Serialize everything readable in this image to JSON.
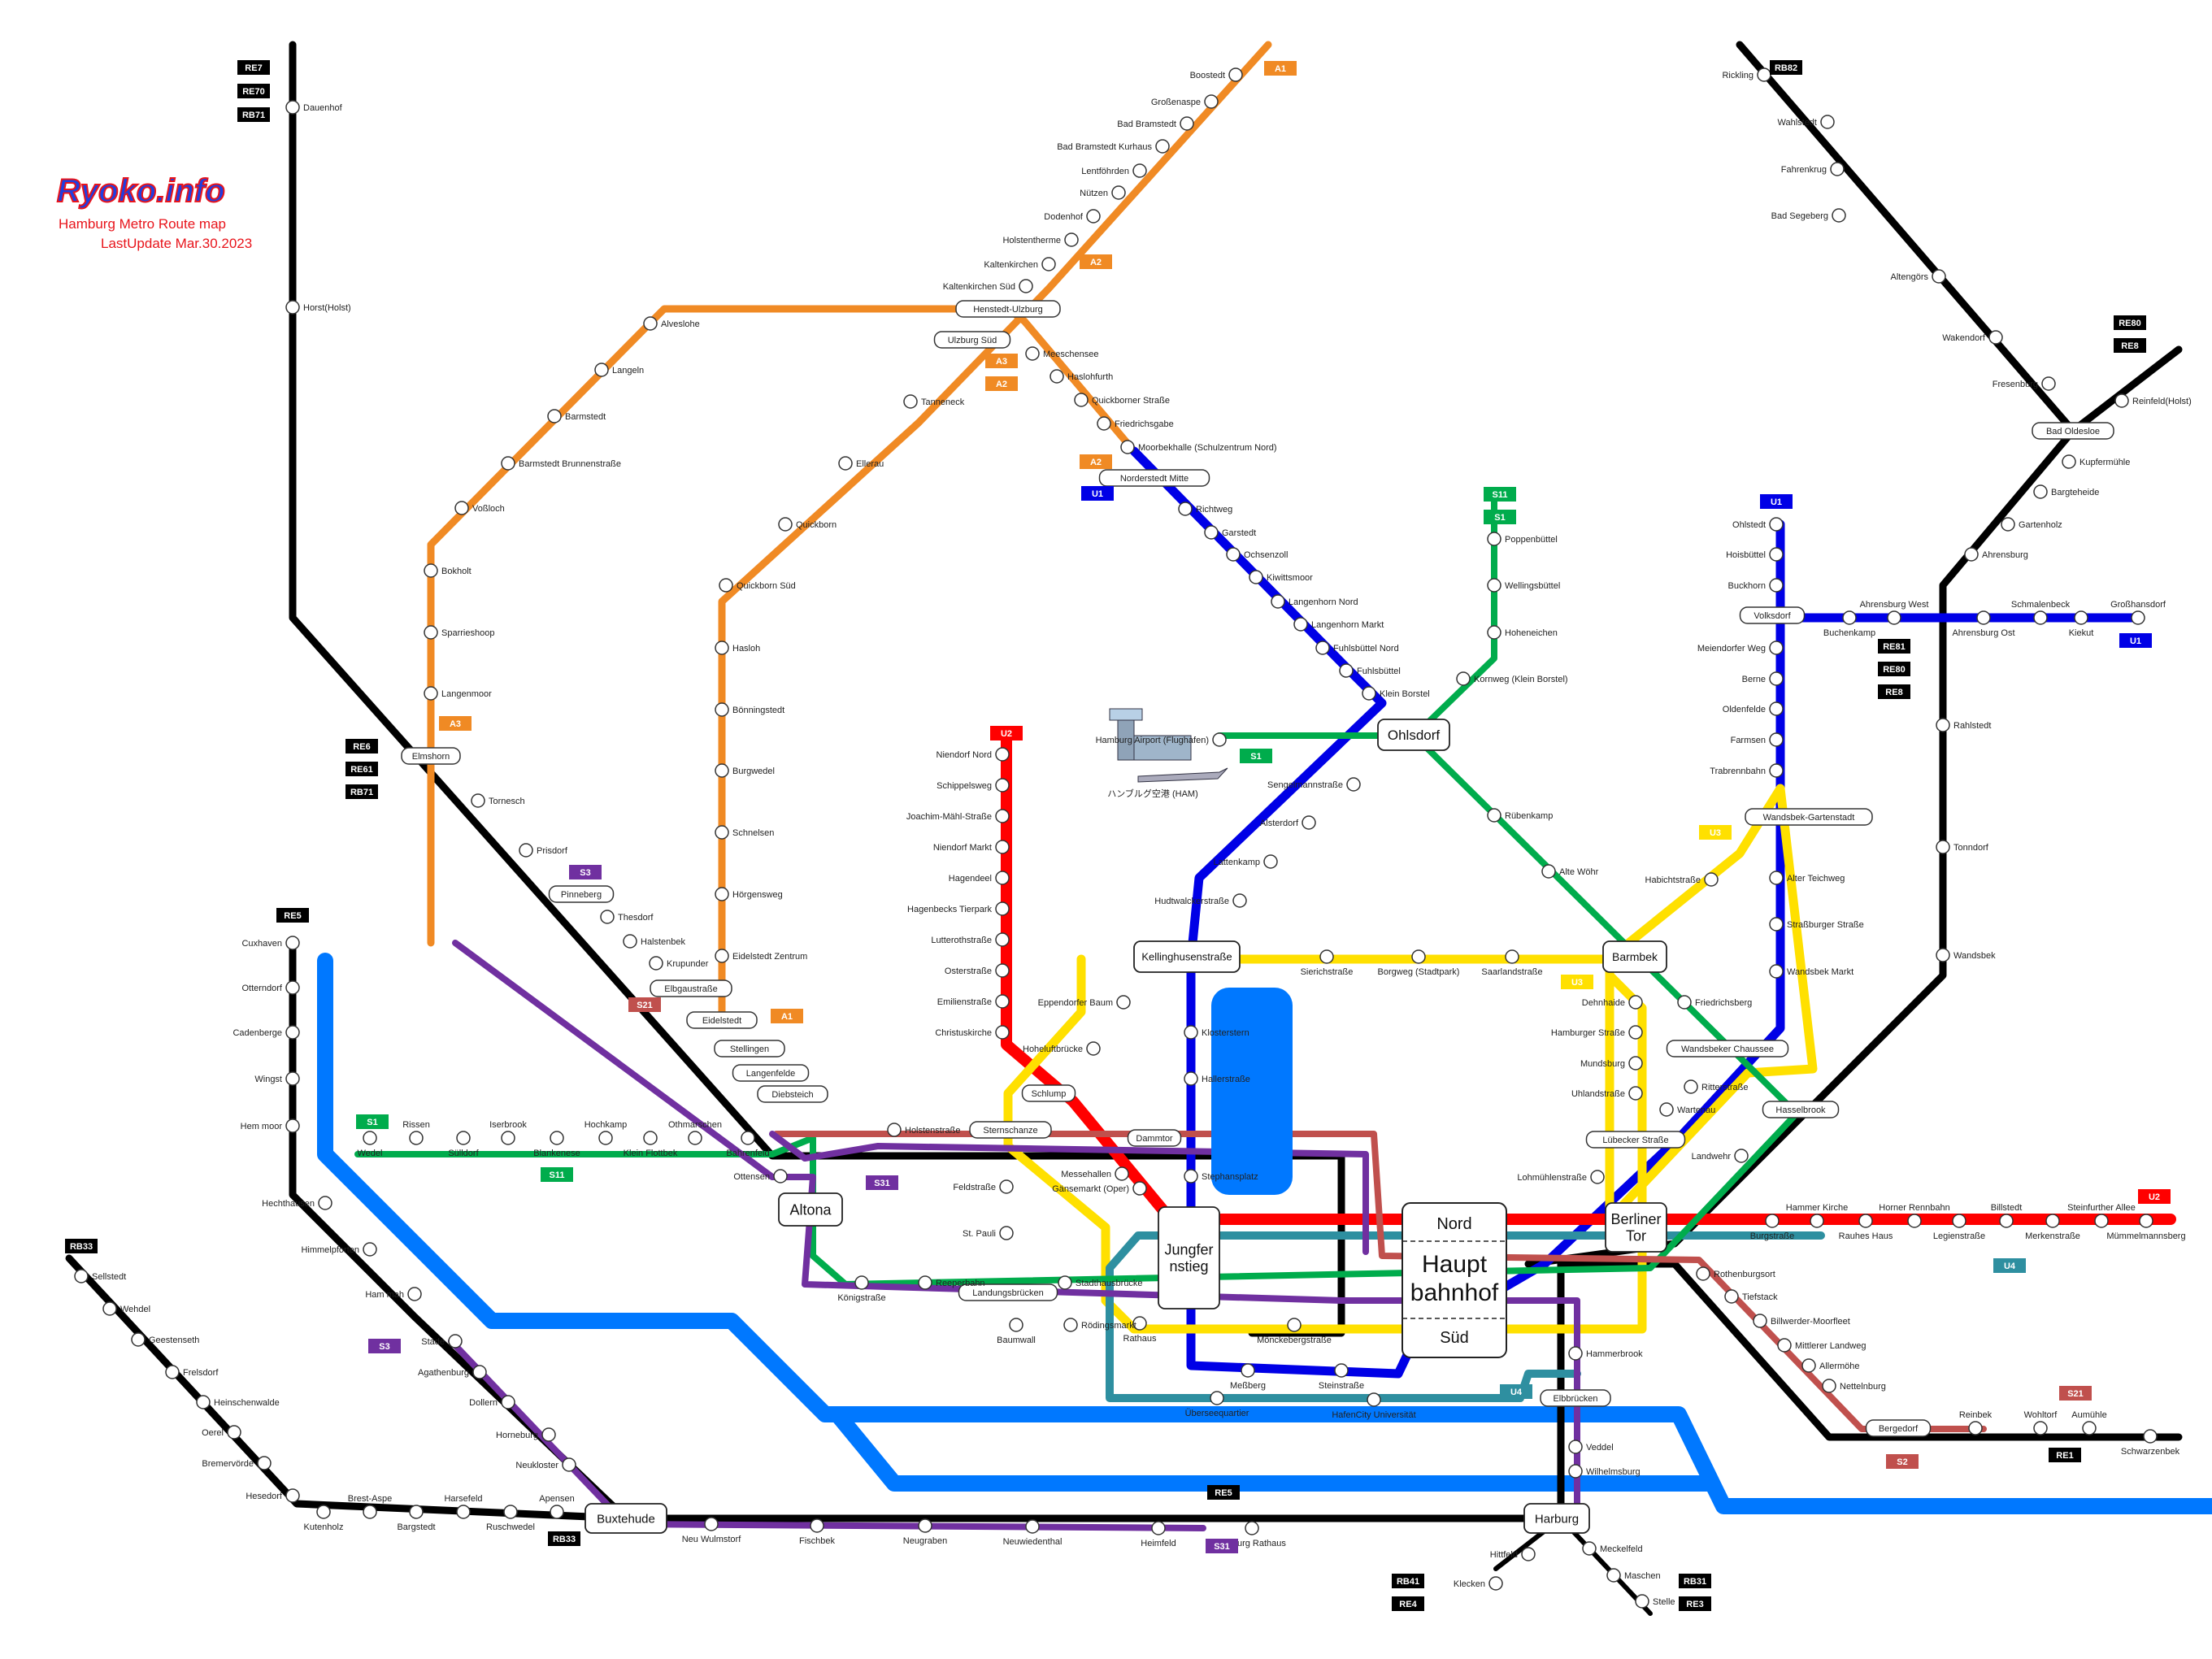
{
  "brand": {
    "title": "Ryoko.info",
    "subtitle": "Hamburg Metro Route map",
    "updated": "LastUpdate Mar.30.2023"
  },
  "colors": {
    "U1": "#0000e6",
    "U2": "#ff0000",
    "U3": "#ffe000",
    "U4": "#2e8fa0",
    "S1": "#00ac4c",
    "S21": "#c0504d",
    "S3": "#7030a0",
    "S31": "#7030a0",
    "A": "#f08a24",
    "DB": "#000000",
    "Ferry": "#0078ff"
  },
  "hubs": {
    "hbf": {
      "nord": "Nord",
      "main": [
        "Haupt",
        "bahnhof"
      ],
      "sued": "Süd"
    },
    "jungfernstieg": [
      "Jungfer",
      "nstieg"
    ],
    "berliner_tor": [
      "Berliner",
      "Tor"
    ],
    "altona": "Altona",
    "ohlsdorf": "Ohlsdorf",
    "barmbek": "Barmbek",
    "kellinghusenstrasse": "Kellinghusenstraße",
    "harburg": "Harburg",
    "buxtehude": "Buxtehude",
    "airport_jp": "ハンブルグ空港 (HAM)"
  },
  "badges": [
    {
      "t": "RE7",
      "c": "DB"
    },
    {
      "t": "RE70",
      "c": "DB"
    },
    {
      "t": "RB71",
      "c": "DB"
    },
    {
      "t": "RE6",
      "c": "DB"
    },
    {
      "t": "RE61",
      "c": "DB"
    },
    {
      "t": "RB71",
      "c": "DB"
    },
    {
      "t": "RE5",
      "c": "DB"
    },
    {
      "t": "RB33",
      "c": "DB"
    },
    {
      "t": "RB33",
      "c": "DB"
    },
    {
      "t": "RE5",
      "c": "DB"
    },
    {
      "t": "RB41",
      "c": "DB"
    },
    {
      "t": "RE4",
      "c": "DB"
    },
    {
      "t": "RB31",
      "c": "DB"
    },
    {
      "t": "RE3",
      "c": "DB"
    },
    {
      "t": "RE1",
      "c": "DB"
    },
    {
      "t": "RB82",
      "c": "DB"
    },
    {
      "t": "RE80",
      "c": "DB"
    },
    {
      "t": "RE8",
      "c": "DB"
    },
    {
      "t": "RE81",
      "c": "DB"
    },
    {
      "t": "RE80",
      "c": "DB"
    },
    {
      "t": "RE8",
      "c": "DB"
    },
    {
      "t": "A1",
      "c": "A"
    },
    {
      "t": "A2",
      "c": "A"
    },
    {
      "t": "A3",
      "c": "A"
    },
    {
      "t": "A2",
      "c": "A"
    },
    {
      "t": "A2",
      "c": "A"
    },
    {
      "t": "A3",
      "c": "A"
    },
    {
      "t": "A1",
      "c": "A"
    },
    {
      "t": "U1",
      "c": "U1"
    },
    {
      "t": "U1",
      "c": "U1"
    },
    {
      "t": "U1",
      "c": "U1"
    },
    {
      "t": "U2",
      "c": "U2"
    },
    {
      "t": "U2",
      "c": "U2"
    },
    {
      "t": "U3",
      "c": "U3"
    },
    {
      "t": "U3",
      "c": "U3"
    },
    {
      "t": "U4",
      "c": "U4"
    },
    {
      "t": "U4",
      "c": "U4"
    },
    {
      "t": "S1",
      "c": "S1"
    },
    {
      "t": "S11",
      "c": "S1"
    },
    {
      "t": "S1",
      "c": "S1"
    },
    {
      "t": "S1",
      "c": "S1"
    },
    {
      "t": "S11",
      "c": "S1"
    },
    {
      "t": "S3",
      "c": "S3"
    },
    {
      "t": "S3",
      "c": "S3"
    },
    {
      "t": "S31",
      "c": "S3"
    },
    {
      "t": "S31",
      "c": "S3"
    },
    {
      "t": "S21",
      "c": "S21"
    },
    {
      "t": "S21",
      "c": "S21"
    },
    {
      "t": "S2",
      "c": "S21"
    }
  ],
  "stations": [
    "Dauenhof",
    "Horst(Holst)",
    "Elmshorn",
    "Tornesch",
    "Prisdorf",
    "Pinneberg",
    "Thesdorf",
    "Halstenbek",
    "Krupunder",
    "Elbgaustraße",
    "Eidelstedt",
    "Stellingen",
    "Langenfelde",
    "Diebsteich",
    "Boostedt",
    "Großenaspe",
    "Bad Bramstedt",
    "Bad Bramstedt Kurhaus",
    "Lentföhrden",
    "Nützen",
    "Dodenhof",
    "Holstentherme",
    "Kaltenkirchen",
    "Kaltenkirchen Süd",
    "Henstedt-Ulzburg",
    "Ulzburg Süd",
    "Tanneneck",
    "Ellerau",
    "Quickborn",
    "Quickborn Süd",
    "Hasloh",
    "Bönningstedt",
    "Burgwedel",
    "Schnelsen",
    "Hörgensweg",
    "Eidelstedt Zentrum",
    "Alveslohe",
    "Langeln",
    "Barmstedt",
    "Barmstedt Brunnenstraße",
    "Voßloch",
    "Bokholt",
    "Sparrieshoop",
    "Langenmoor",
    "Meeschensee",
    "Haslohfurth",
    "Quickborner Straße",
    "Friedrichsgabe",
    "Moorbekhalle (Schulzentrum Nord)",
    "Norderstedt Mitte",
    "Richtweg",
    "Garstedt",
    "Ochsenzoll",
    "Kiwittsmoor",
    "Langenhorn Nord",
    "Langenhorn Markt",
    "Fuhlsbüttel Nord",
    "Fuhlsbüttel",
    "Klein Borstel",
    "Poppenbüttel",
    "Wellingsbüttel",
    "Hoheneichen",
    "Kornweg (Klein Borstel)",
    "Hamburg Airport (Flughafen)",
    "Sengelmannstraße",
    "Alsterdorf",
    "Lattenkamp",
    "Hudtwalckerstraße",
    "Rübenkamp",
    "Alte Wöhr",
    "Niendorf Nord",
    "Schippelsweg",
    "Joachim-Mähl-Straße",
    "Niendorf Markt",
    "Hagendeel",
    "Hagenbecks Tierpark",
    "Lutterothstraße",
    "Osterstraße",
    "Emilienstraße",
    "Christuskirche",
    "Eppendorfer Baum",
    "Hoheluftbrücke",
    "Schlump",
    "Sternschanze",
    "Dammtor",
    "Messehallen",
    "Gänsemarkt (Oper)",
    "Stephansplatz",
    "Sierichstraße",
    "Borgweg (Stadtpark)",
    "Saarlandstraße",
    "Habichtstraße",
    "Wandsbek-Gartenstadt",
    "Dehnhaide",
    "Hamburger Straße",
    "Mundsburg",
    "Uhlandstraße",
    "Lübecker Straße",
    "Friedrichsberg",
    "Wandsbeker Chaussee",
    "Ritterstraße",
    "Wartenau",
    "Hasselbrook",
    "Landwehr",
    "Lohmühlenstraße",
    "Klosterstern",
    "Hallerstraße",
    "Meßberg",
    "Steinstraße",
    "Mönckebergstraße",
    "Rathaus",
    "Baumwall",
    "Rödingsmarkt",
    "Stadthausbrücke",
    "Landungsbrücken",
    "St. Pauli",
    "Feldstraße",
    "Reeperbahn",
    "Königstraße",
    "Holstenstraße",
    "Ottensen",
    "Bahrenfeld",
    "Othmarschen",
    "Klein Flottbek",
    "Hochkamp",
    "Blankenese",
    "Iserbrook",
    "Sülldorf",
    "Rissen",
    "Wedel",
    "Überseequartier",
    "HafenCity Universität",
    "Elbbrücken",
    "Hammerbrook",
    "Veddel",
    "Wilhelmsburg",
    "Ohlstedt",
    "Hoisbüttel",
    "Buckhorn",
    "Volksdorf",
    "Meiendorfer Weg",
    "Berne",
    "Oldenfelde",
    "Farmsen",
    "Trabrennbahn",
    "Alter Teichweg",
    "Straßburger Straße",
    "Wandsbek Markt",
    "Ahrensburg West",
    "Buchenkamp",
    "Ahrensburg Ost",
    "Schmalenbeck",
    "Kiekut",
    "Großhansdorf",
    "Rickling",
    "Wahlstedt",
    "Fahrenkrug",
    "Bad Segeberg",
    "Altengörs",
    "Wakendorf",
    "Fresenburg",
    "Bad Oldesloe",
    "Reinfeld(Holst)",
    "Kupfermühle",
    "Bargteheide",
    "Gartenholz",
    "Ahrensburg",
    "Rahlstedt",
    "Tonndorf",
    "Wandsbek",
    "Hammer Kirche",
    "Rauhes Haus",
    "Horner Rennbahn",
    "Legienstraße",
    "Billstedt",
    "Merkenstraße",
    "Steinfurther Allee",
    "Mümmelmannsberg",
    "Burgstraße",
    "Rothenburgsort",
    "Tiefstack",
    "Billwerder-Moorfleet",
    "Mittlerer Landweg",
    "Allermöhe",
    "Nettelnburg",
    "Bergedorf",
    "Reinbek",
    "Wohltorf",
    "Aumühle",
    "Schwarzenbek",
    "Cuxhaven",
    "Otterndorf",
    "Cadenberge",
    "Wingst",
    "Hem moor",
    "Hechthausen",
    "Himmelpforten",
    "Ham mah",
    "Stade",
    "Agathenburg",
    "Dollern",
    "Horneburg",
    "Neukloster",
    "Apensen",
    "Buxtehude",
    "Sellstedt",
    "Wehdel",
    "Geestenseth",
    "Frelsdorf",
    "Heinschenwalde",
    "Oerel",
    "Bremervörde",
    "Hesedorf",
    "Kutenholz",
    "Brest-Aspe",
    "Bargstedt",
    "Harsefeld",
    "Ruschwedel",
    "Neu Wulmstorf",
    "Fischbek",
    "Neugraben",
    "Neuwiedenthal",
    "Heimfeld",
    "Harburg Rathaus",
    "Harburg",
    "Hittfeld",
    "Klecken",
    "Meckelfeld",
    "Maschen",
    "Stelle"
  ]
}
